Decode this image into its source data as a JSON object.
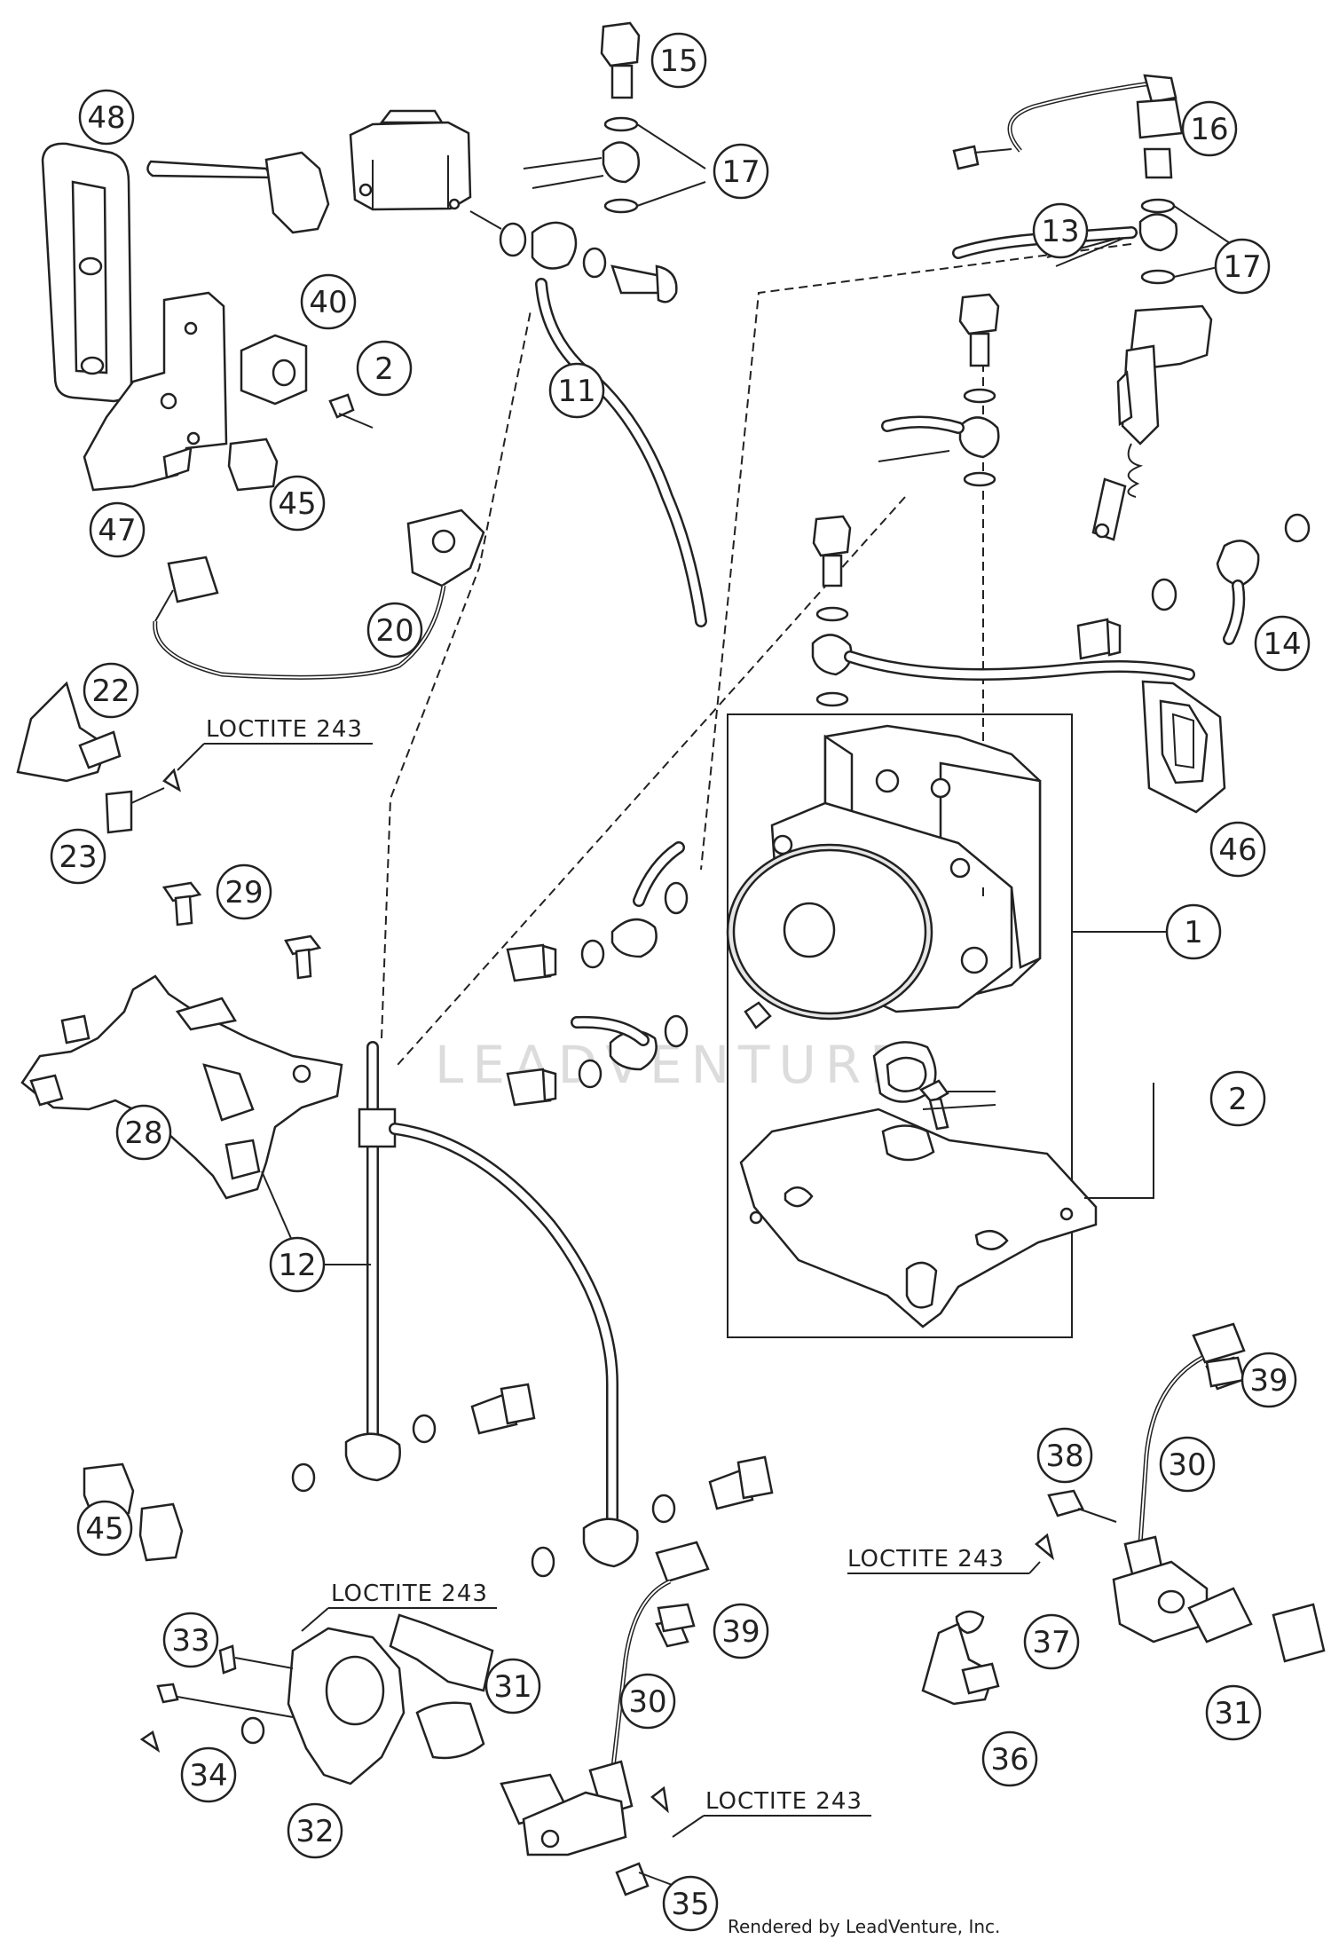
{
  "callouts": {
    "c1": "1",
    "c2a": "2",
    "c2b": "2",
    "c11": "11",
    "c12": "12",
    "c13": "13",
    "c14": "14",
    "c15": "15",
    "c16": "16",
    "c17a": "17",
    "c17b": "17",
    "c20": "20",
    "c22": "22",
    "c23": "23",
    "c28": "28",
    "c29": "29",
    "c30a": "30",
    "c30b": "30",
    "c31a": "31",
    "c31b": "31",
    "c32": "32",
    "c33": "33",
    "c34": "34",
    "c35": "35",
    "c36": "36",
    "c37": "37",
    "c38": "38",
    "c39a": "39",
    "c39b": "39",
    "c40": "40",
    "c45a": "45",
    "c45b": "45",
    "c46": "46",
    "c47": "47",
    "c48": "48"
  },
  "notes": {
    "loctite_a": "LOCTITE 243",
    "loctite_b": "LOCTITE 243",
    "loctite_c": "LOCTITE 243",
    "loctite_d": "LOCTITE 243"
  },
  "watermark": "LEADVENTURE",
  "credit": "Rendered by LeadVenture, Inc."
}
